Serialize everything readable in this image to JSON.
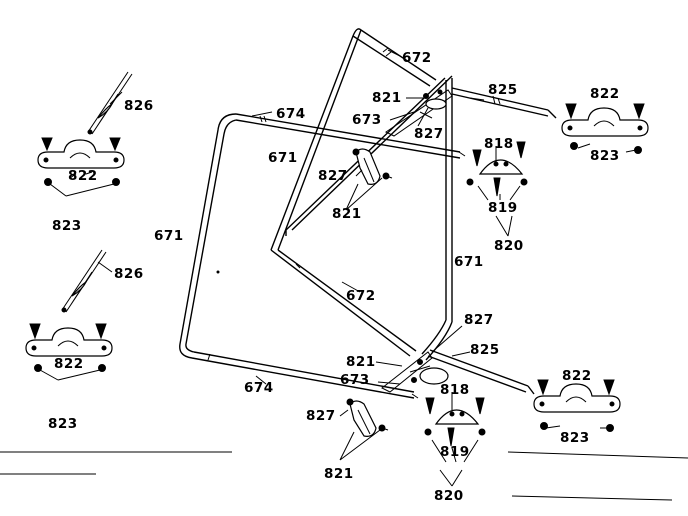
{
  "labels": {
    "l672a": "672",
    "l825a": "825",
    "l826a": "826",
    "l822a": "822",
    "l821a": "821",
    "l673a": "673",
    "l827a": "827",
    "l674a": "674",
    "l818a": "818",
    "l822b": "822",
    "l823a": "823",
    "l671a": "671",
    "l827b": "827",
    "l821b": "821",
    "l819a": "819",
    "l823b": "823",
    "l671b": "671",
    "l826b": "826",
    "l820a": "820",
    "l671c": "671",
    "l672b": "672",
    "l822c": "822",
    "l823c": "823",
    "l827c": "827",
    "l825b": "825",
    "l821c": "821",
    "l673b": "673",
    "l674b": "674",
    "l818b": "818",
    "l822d": "822",
    "l823d": "823",
    "l827d": "827",
    "l819b": "819",
    "l821d": "821",
    "l820b": "820"
  }
}
